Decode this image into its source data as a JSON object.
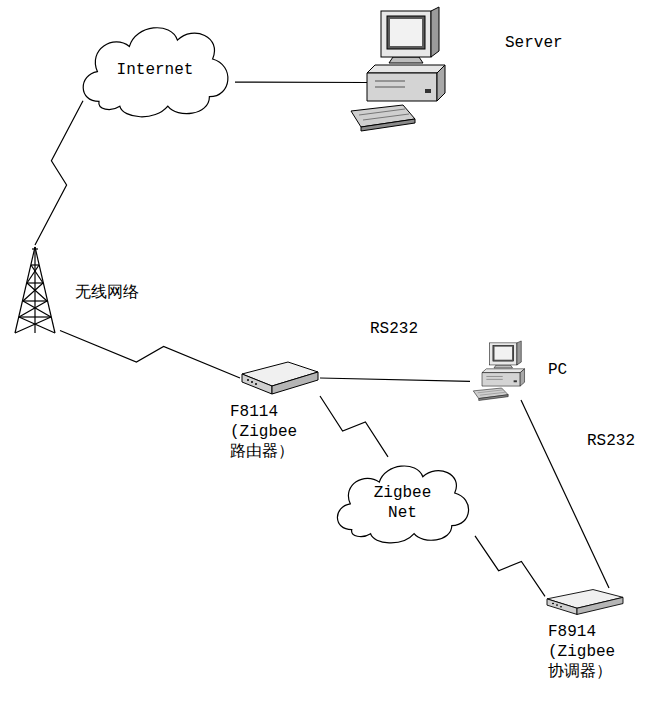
{
  "diagram": {
    "nodes": [
      {
        "text": [
          "Internet"
        ]
      },
      {
        "text": [
          "Server"
        ]
      },
      {
        "text": [
          "无线网络"
        ]
      },
      {
        "text": [
          "F8114 (Zigbee 路由器）"
        ]
      },
      {
        "text": [
          "PC"
        ]
      },
      {
        "text": [
          "Zigbee Net"
        ]
      },
      {
        "text": [
          "F8914 (Zigbee 协调器）"
        ]
      }
    ],
    "edges": [
      {
        "from": 0,
        "to": 1,
        "arrow": "none"
      },
      {
        "from": 2,
        "to": 0,
        "arrow": "none"
      },
      {
        "from": 2,
        "to": 3,
        "arrow": "none"
      },
      {
        "from": 3,
        "to": 4,
        "arrow": "none",
        "label": "RS232"
      },
      {
        "from": 4,
        "to": 6,
        "arrow": "none",
        "label": "RS232"
      },
      {
        "from": 3,
        "to": 5,
        "arrow": "none"
      },
      {
        "from": 5,
        "to": 6,
        "arrow": "none"
      }
    ]
  }
}
